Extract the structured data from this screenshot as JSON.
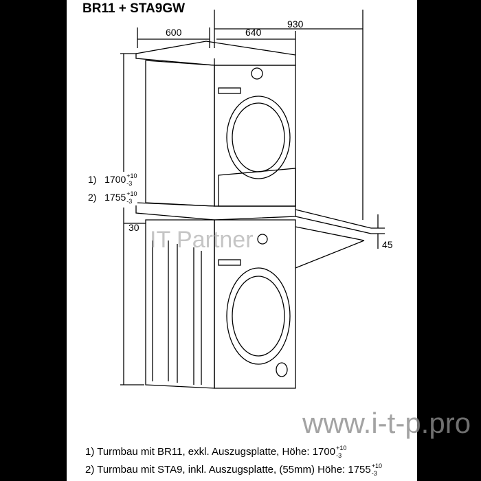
{
  "title": "BR11 + STA9GW",
  "dimensions": {
    "depth_total": "930",
    "width": "600",
    "depth": "640",
    "side_gap": "30",
    "plate": "45",
    "height_1": {
      "label": "1)",
      "value": "1700",
      "tol_plus": "+10",
      "tol_minus": "-3"
    },
    "height_2": {
      "label": "2)",
      "value": "1755",
      "tol_plus": "+10",
      "tol_minus": "-3"
    }
  },
  "notes": [
    {
      "text": "1) Turmbau mit BR11, exkl. Auszugsplatte, Höhe: 1700",
      "tol_plus": "+10",
      "tol_minus": "-3"
    },
    {
      "text": "2) Turmbau mit STA9, inkl. Auszugsplatte, (55mm) Höhe: 1755",
      "tol_plus": "+10",
      "tol_minus": "-3"
    }
  ],
  "watermarks": {
    "center": "IT Partner",
    "bottom": "www.i-t-p.pro"
  }
}
